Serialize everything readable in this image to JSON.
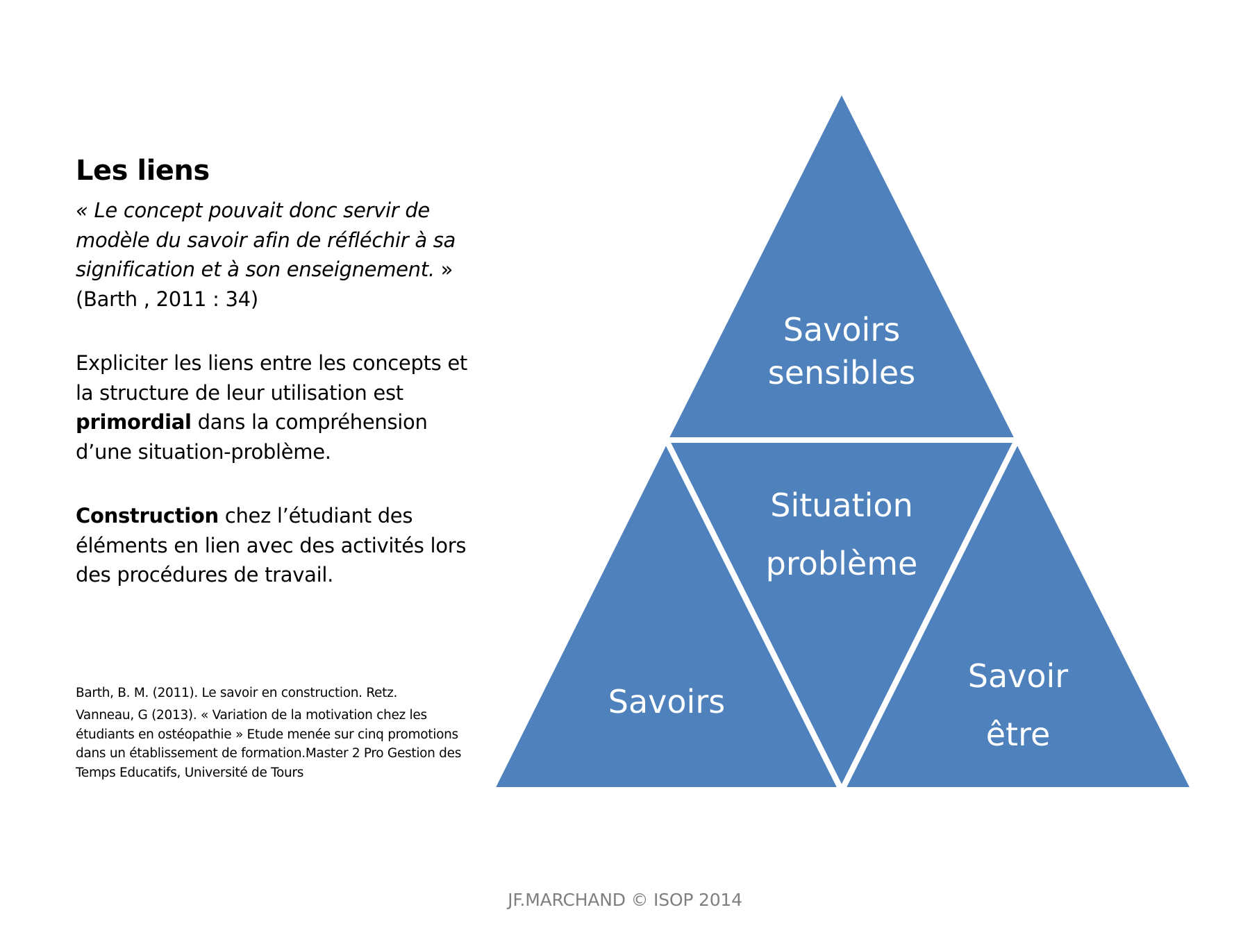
{
  "slide": {
    "title": "Les liens",
    "quote_text": "« Le concept pouvait donc servir de modèle du savoir afin de réfléchir à sa signification et à son enseignement.",
    "quote_close": " »",
    "quote_citation": "(Barth , 2011 : 34)",
    "para2_part1": "Expliciter les liens entre les concepts et la structure de leur utilisation est ",
    "para2_bold": "primordial",
    "para2_part2": " dans la compréhension d’une situation-problème.",
    "para3_bold": "Construction",
    "para3_rest": " chez l’étudiant des éléments en lien avec des activités lors des procédures de travail.",
    "ref1": "Barth, B. M. (2011). Le savoir en construction. Retz.",
    "ref2": "Vanneau, G (2013). « Variation de la motivation chez les étudiants en ostéopathie » Etude menée sur cinq promotions dans un établissement de formation.Master 2 Pro Gestion des Temps Educatifs, Université de Tours",
    "footer": "JF.MARCHAND © ISOP 2014"
  },
  "diagram": {
    "fill_color": "#4f81bd",
    "stroke_color": "#ffffff",
    "top_line1": "Savoirs",
    "top_line2": "sensibles",
    "center_line1": "Situation",
    "center_line2": "problème",
    "left_label": "Savoirs",
    "right_line1": "Savoir",
    "right_line2": "être"
  }
}
